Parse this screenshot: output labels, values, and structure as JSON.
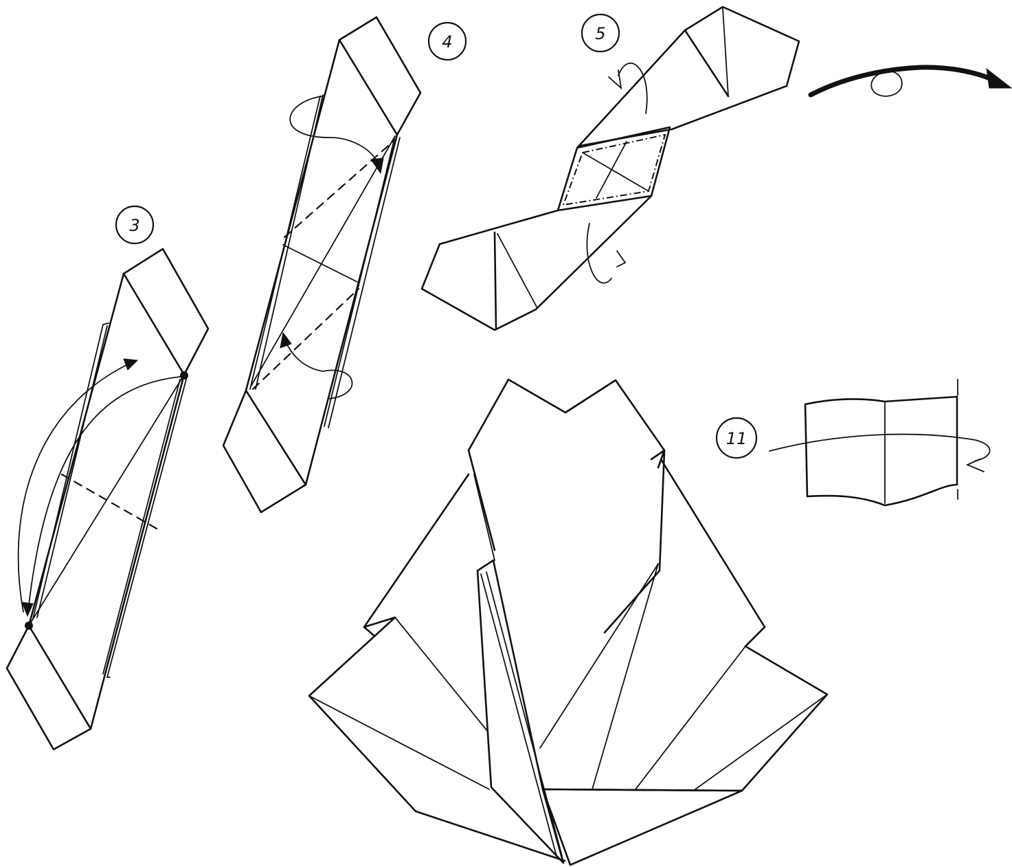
{
  "steps": [
    {
      "id": "step-3",
      "label": "3"
    },
    {
      "id": "step-4",
      "label": "4"
    },
    {
      "id": "step-5",
      "label": "5"
    },
    {
      "id": "step-11",
      "label": "11"
    }
  ],
  "colors": {
    "ink": "#111111",
    "paper": "#ffffff"
  }
}
